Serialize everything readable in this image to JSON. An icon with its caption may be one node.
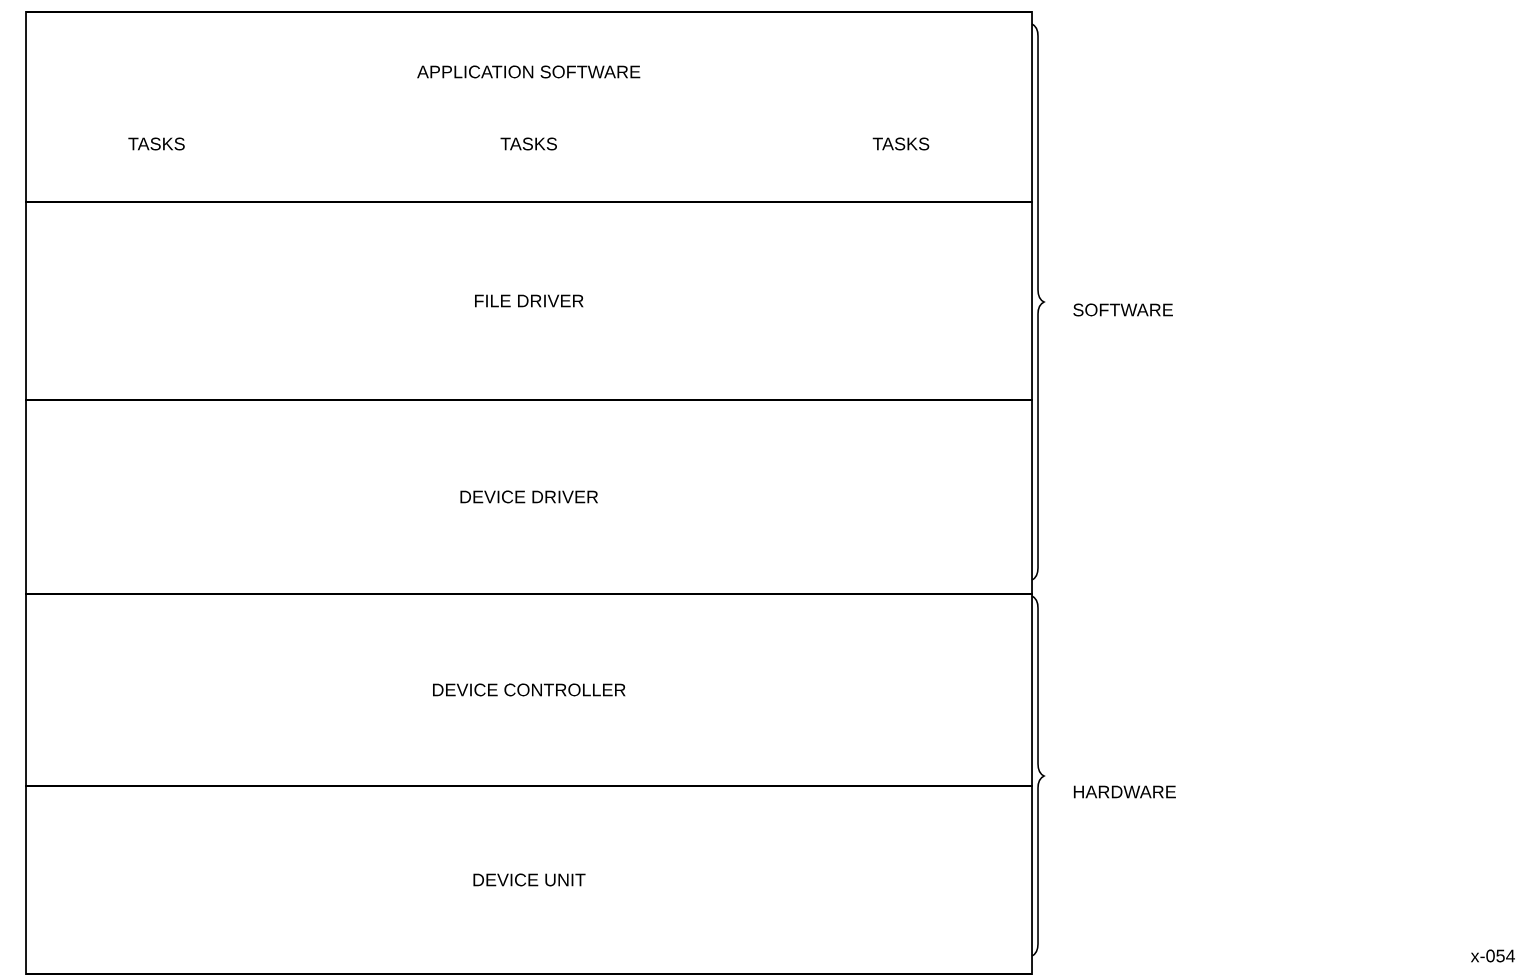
{
  "diagram": {
    "nodes": [
      {
        "text": [
          "APPLICATION SOFTWARE",
          "TASKS",
          "TASKS",
          "TASKS"
        ]
      },
      {
        "text": [
          "FILE DRIVER"
        ]
      },
      {
        "text": [
          "DEVICE DRIVER"
        ]
      },
      {
        "text": [
          "DEVICE CONTROLLER"
        ]
      },
      {
        "text": [
          "DEVICE UNIT"
        ]
      }
    ],
    "labels": [
      "SOFTWARE",
      "HARDWARE",
      "x-054"
    ]
  }
}
